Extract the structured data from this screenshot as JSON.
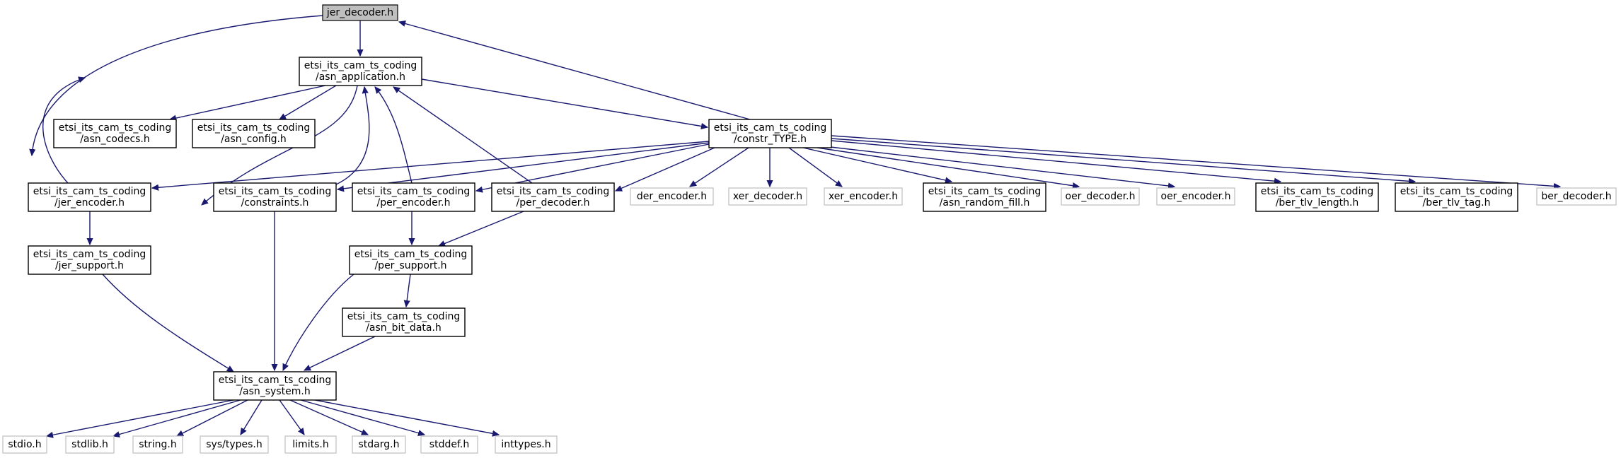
{
  "diagram": {
    "nodes": [
      {
        "id": "jer_decoder",
        "lines": [
          "jer_decoder.h"
        ],
        "style": "root"
      },
      {
        "id": "asn_application",
        "lines": [
          "etsi_its_cam_ts_coding",
          "/asn_application.h"
        ],
        "style": "normal"
      },
      {
        "id": "asn_codecs",
        "lines": [
          "etsi_its_cam_ts_coding",
          "/asn_codecs.h"
        ],
        "style": "normal"
      },
      {
        "id": "asn_config",
        "lines": [
          "etsi_its_cam_ts_coding",
          "/asn_config.h"
        ],
        "style": "normal"
      },
      {
        "id": "constr_TYPE",
        "lines": [
          "etsi_its_cam_ts_coding",
          "/constr_TYPE.h"
        ],
        "style": "normal"
      },
      {
        "id": "jer_encoder",
        "lines": [
          "etsi_its_cam_ts_coding",
          "/jer_encoder.h"
        ],
        "style": "normal"
      },
      {
        "id": "constraints",
        "lines": [
          "etsi_its_cam_ts_coding",
          "/constraints.h"
        ],
        "style": "normal"
      },
      {
        "id": "per_encoder",
        "lines": [
          "etsi_its_cam_ts_coding",
          "/per_encoder.h"
        ],
        "style": "normal"
      },
      {
        "id": "per_decoder",
        "lines": [
          "etsi_its_cam_ts_coding",
          "/per_decoder.h"
        ],
        "style": "normal"
      },
      {
        "id": "der_encoder",
        "lines": [
          "der_encoder.h"
        ],
        "style": "missing"
      },
      {
        "id": "xer_decoder",
        "lines": [
          "xer_decoder.h"
        ],
        "style": "missing"
      },
      {
        "id": "xer_encoder",
        "lines": [
          "xer_encoder.h"
        ],
        "style": "missing"
      },
      {
        "id": "asn_random_fill",
        "lines": [
          "etsi_its_cam_ts_coding",
          "/asn_random_fill.h"
        ],
        "style": "normal"
      },
      {
        "id": "oer_decoder",
        "lines": [
          "oer_decoder.h"
        ],
        "style": "missing"
      },
      {
        "id": "oer_encoder",
        "lines": [
          "oer_encoder.h"
        ],
        "style": "missing"
      },
      {
        "id": "ber_tlv_length",
        "lines": [
          "etsi_its_cam_ts_coding",
          "/ber_tlv_length.h"
        ],
        "style": "normal"
      },
      {
        "id": "ber_tlv_tag",
        "lines": [
          "etsi_its_cam_ts_coding",
          "/ber_tlv_tag.h"
        ],
        "style": "normal"
      },
      {
        "id": "ber_decoder",
        "lines": [
          "ber_decoder.h"
        ],
        "style": "missing"
      },
      {
        "id": "jer_support",
        "lines": [
          "etsi_its_cam_ts_coding",
          "/jer_support.h"
        ],
        "style": "normal"
      },
      {
        "id": "per_support",
        "lines": [
          "etsi_its_cam_ts_coding",
          "/per_support.h"
        ],
        "style": "normal"
      },
      {
        "id": "asn_bit_data",
        "lines": [
          "etsi_its_cam_ts_coding",
          "/asn_bit_data.h"
        ],
        "style": "normal"
      },
      {
        "id": "asn_system",
        "lines": [
          "etsi_its_cam_ts_coding",
          "/asn_system.h"
        ],
        "style": "normal"
      },
      {
        "id": "stdio",
        "lines": [
          "stdio.h"
        ],
        "style": "missing"
      },
      {
        "id": "stdlib",
        "lines": [
          "stdlib.h"
        ],
        "style": "missing"
      },
      {
        "id": "string",
        "lines": [
          "string.h"
        ],
        "style": "missing"
      },
      {
        "id": "sys_types",
        "lines": [
          "sys/types.h"
        ],
        "style": "missing"
      },
      {
        "id": "limits",
        "lines": [
          "limits.h"
        ],
        "style": "missing"
      },
      {
        "id": "stdarg",
        "lines": [
          "stdarg.h"
        ],
        "style": "missing"
      },
      {
        "id": "stddef",
        "lines": [
          "stddef.h"
        ],
        "style": "missing"
      },
      {
        "id": "inttypes",
        "lines": [
          "inttypes.h"
        ],
        "style": "missing"
      }
    ],
    "edges": [
      {
        "from": "jer_decoder",
        "to": "asn_application"
      },
      {
        "from": "jer_decoder",
        "to": "jer_support"
      },
      {
        "from": "asn_application",
        "to": "asn_codecs"
      },
      {
        "from": "asn_application",
        "to": "asn_config"
      },
      {
        "from": "asn_application",
        "to": "constr_TYPE"
      },
      {
        "from": "asn_application",
        "to": "asn_system"
      },
      {
        "from": "constr_TYPE",
        "to": "jer_decoder"
      },
      {
        "from": "constr_TYPE",
        "to": "jer_encoder"
      },
      {
        "from": "constr_TYPE",
        "to": "constraints"
      },
      {
        "from": "constr_TYPE",
        "to": "per_encoder"
      },
      {
        "from": "constr_TYPE",
        "to": "per_decoder"
      },
      {
        "from": "constr_TYPE",
        "to": "der_encoder"
      },
      {
        "from": "constr_TYPE",
        "to": "xer_decoder"
      },
      {
        "from": "constr_TYPE",
        "to": "xer_encoder"
      },
      {
        "from": "constr_TYPE",
        "to": "asn_random_fill"
      },
      {
        "from": "constr_TYPE",
        "to": "oer_decoder"
      },
      {
        "from": "constr_TYPE",
        "to": "oer_encoder"
      },
      {
        "from": "constr_TYPE",
        "to": "ber_tlv_length"
      },
      {
        "from": "constr_TYPE",
        "to": "ber_tlv_tag"
      },
      {
        "from": "constr_TYPE",
        "to": "ber_decoder"
      },
      {
        "from": "jer_encoder",
        "to": "asn_application"
      },
      {
        "from": "jer_encoder",
        "to": "jer_support"
      },
      {
        "from": "constraints",
        "to": "asn_application"
      },
      {
        "from": "constraints",
        "to": "asn_system"
      },
      {
        "from": "per_encoder",
        "to": "asn_application"
      },
      {
        "from": "per_encoder",
        "to": "per_support"
      },
      {
        "from": "per_decoder",
        "to": "asn_application"
      },
      {
        "from": "per_decoder",
        "to": "per_support"
      },
      {
        "from": "jer_support",
        "to": "asn_system"
      },
      {
        "from": "per_support",
        "to": "asn_system"
      },
      {
        "from": "per_support",
        "to": "asn_bit_data"
      },
      {
        "from": "asn_bit_data",
        "to": "asn_system"
      },
      {
        "from": "asn_system",
        "to": "stdio"
      },
      {
        "from": "asn_system",
        "to": "stdlib"
      },
      {
        "from": "asn_system",
        "to": "string"
      },
      {
        "from": "asn_system",
        "to": "sys_types"
      },
      {
        "from": "asn_system",
        "to": "limits"
      },
      {
        "from": "asn_system",
        "to": "stdarg"
      },
      {
        "from": "asn_system",
        "to": "stddef"
      },
      {
        "from": "asn_system",
        "to": "inttypes"
      }
    ],
    "colors": {
      "edge": "#191970",
      "root_fill": "#bfbfbf",
      "root_stroke": "#000000",
      "node_fill": "#ffffff",
      "node_stroke": "#000000",
      "missing_stroke": "#bfbfbf",
      "text": "#000000"
    }
  }
}
